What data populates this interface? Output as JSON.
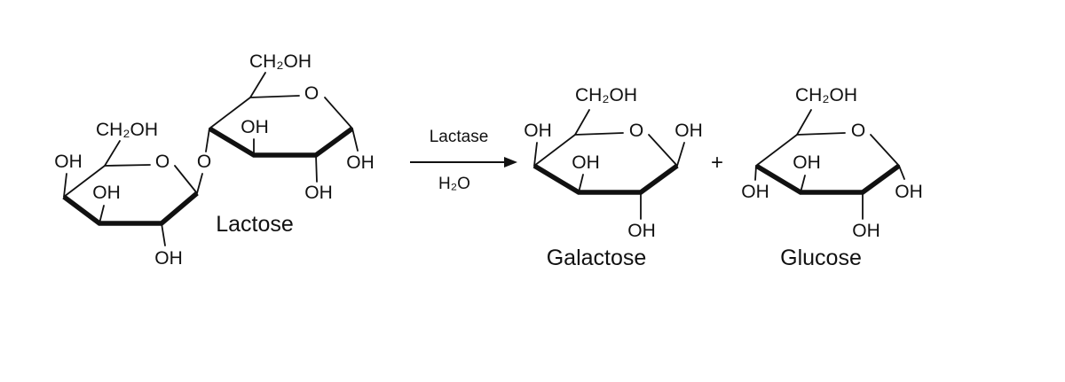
{
  "reaction": {
    "enzyme_label": "Lactase",
    "water_label": "H₂O",
    "plus_sign": "+"
  },
  "molecules": {
    "lactose": {
      "name": "Lactose",
      "galactose_ring": {
        "oh_left": "OH",
        "ch2oh": "CH₂OH",
        "ring_oxygen": "O",
        "oh_inner": "OH",
        "oh_bottom": "OH"
      },
      "glycosidic_oxygen": "O",
      "glucose_ring": {
        "ch2oh": "CH₂OH",
        "ring_oxygen": "O",
        "oh_inner": "OH",
        "oh_right": "OH",
        "oh_bottom": "OH"
      }
    },
    "galactose": {
      "name": "Galactose",
      "ch2oh": "CH₂OH",
      "oh_left": "OH",
      "ring_oxygen": "O",
      "oh_right": "OH",
      "oh_inner": "OH",
      "oh_bottom": "OH"
    },
    "glucose": {
      "name": "Glucose",
      "ch2oh": "CH₂OH",
      "ring_oxygen": "O",
      "oh_left": "OH",
      "oh_right": "OH",
      "oh_inner": "OH",
      "oh_bottom": "OH"
    }
  }
}
